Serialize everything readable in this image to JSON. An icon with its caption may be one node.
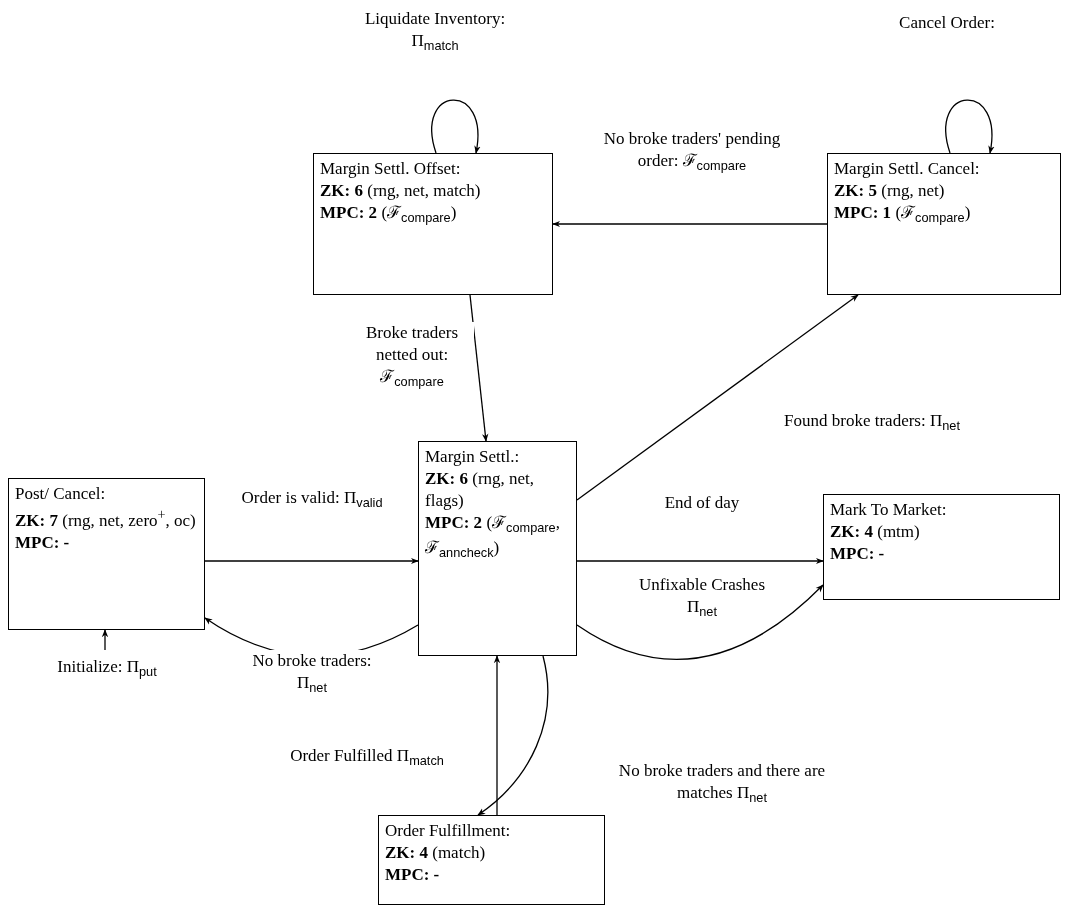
{
  "diagram": {
    "nodes": [
      {
        "text": [
          "Margin Settl. Offset:",
          "**ZK: 6** (rng, net, match)",
          "**MPC: 2** (ℱ$_{compare}$)"
        ]
      },
      {
        "text": [
          "Margin Settl. Cancel:",
          "**ZK: 5** (rng, net)",
          "**MPC: 1** (ℱ$_{compare}$)"
        ]
      },
      {
        "text": [
          "Margin Settl.:",
          "**ZK: 6** (rng, net, flags)",
          "**MPC: 2** (ℱ$_{compare}$, ℱ$_{anncheck}$)"
        ]
      },
      {
        "text": [
          "Post/ Cancel:",
          "**ZK: 7** (rng, net, zero$^{+}$, oc)",
          "**MPC: -**"
        ]
      },
      {
        "text": [
          "Mark To Market:",
          "**ZK: 4** (mtm)",
          "**MPC: -**"
        ]
      },
      {
        "text": [
          "Order Fulfillment:",
          "**ZK: 4** (match)",
          "**MPC: -**"
        ]
      }
    ],
    "edges": [
      {
        "from": 0,
        "to": 0,
        "arrow": "to",
        "label": "Liquidate Inventory: Π$_{match}$"
      },
      {
        "from": 1,
        "to": 1,
        "arrow": "to",
        "label": "Cancel Order:"
      },
      {
        "from": 1,
        "to": 0,
        "arrow": "to",
        "label": "No broke traders' pending order: ℱ$_{compare}$"
      },
      {
        "from": 0,
        "to": 2,
        "arrow": "to",
        "label": "Broke traders netted out: ℱ$_{compare}$"
      },
      {
        "from": 2,
        "to": 1,
        "arrow": "to",
        "label": "Found broke traders: Π$_{net}$"
      },
      {
        "from": 3,
        "to": 2,
        "arrow": "to",
        "label": "Order is valid: Π$_{valid}$"
      },
      {
        "from": 2,
        "to": 3,
        "arrow": "to",
        "label": "No broke traders: Π$_{net}$"
      },
      {
        "from": 2,
        "to": 4,
        "arrow": "to",
        "label": "End of day"
      },
      {
        "from": 2,
        "to": 4,
        "arrow": "to",
        "label": "Unfixable Crashes Π$_{net}$"
      },
      {
        "from": 2,
        "to": 5,
        "arrow": "to",
        "label": "No broke traders and there are matches Π$_{net}$"
      },
      {
        "from": 5,
        "to": 2,
        "arrow": "to",
        "label": "Order Fulfilled Π$_{match}$"
      },
      {
        "from": null,
        "to": 3,
        "arrow": "to",
        "label": "Initialize: Π$_{put}$"
      }
    ]
  }
}
